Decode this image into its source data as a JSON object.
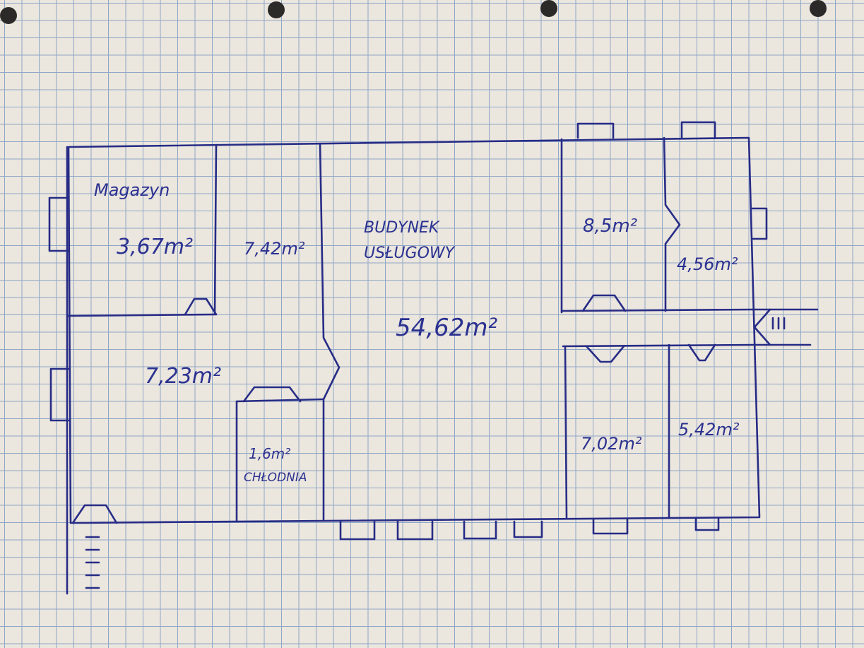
{
  "title": "BUDYNEK USŁUGOWY",
  "rooms": [
    {
      "name": "Magazyn",
      "area": "3,67m²"
    },
    {
      "area": "7,42m²"
    },
    {
      "area": "54,62m²"
    },
    {
      "area": "8,5m²"
    },
    {
      "area": "4,56m²"
    },
    {
      "area": "7,23m²"
    },
    {
      "name": "CHŁODNIA",
      "area": "1,6m²"
    },
    {
      "area": "7,02m²"
    },
    {
      "area": "5,42m²"
    }
  ],
  "ink_color": "#272c86"
}
